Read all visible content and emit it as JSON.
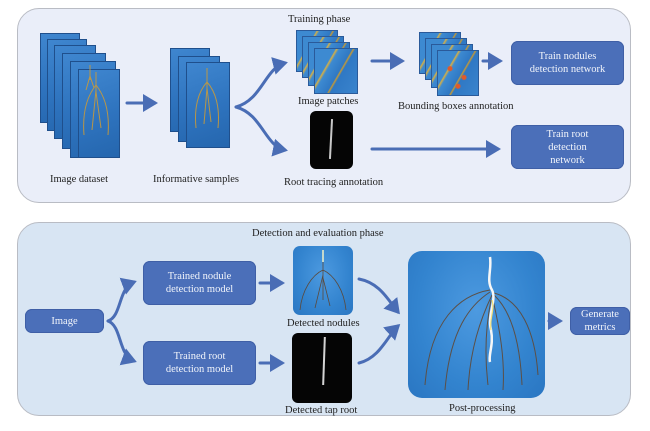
{
  "training": {
    "phase_title": "Training phase",
    "image_dataset_label": "Image dataset",
    "informative_samples_label": "Informative samples",
    "image_patches_label": "Image patches",
    "bounding_boxes_label": "Bounding boxes annotation",
    "root_tracing_label": "Root tracing annotation",
    "train_nodules_box": "Train nodules detection network",
    "train_root_box": "Train root detection network"
  },
  "detection": {
    "phase_title": "Detection and evaluation phase",
    "image_box": "Image",
    "nodule_model_box": "Trained nodule detection model",
    "root_model_box": "Trained root detection model",
    "detected_nodules_label": "Detected nodules",
    "detected_tap_root_label": "Detected tap root",
    "post_processing_label": "Post-processing",
    "generate_metrics_box": "Generate metrics"
  },
  "colors": {
    "box_fill": "#4b6fb9",
    "arrow": "#4a6db5",
    "top_panel_bg": "#eaeef9",
    "bottom_panel_bg": "#d8e5f3"
  }
}
